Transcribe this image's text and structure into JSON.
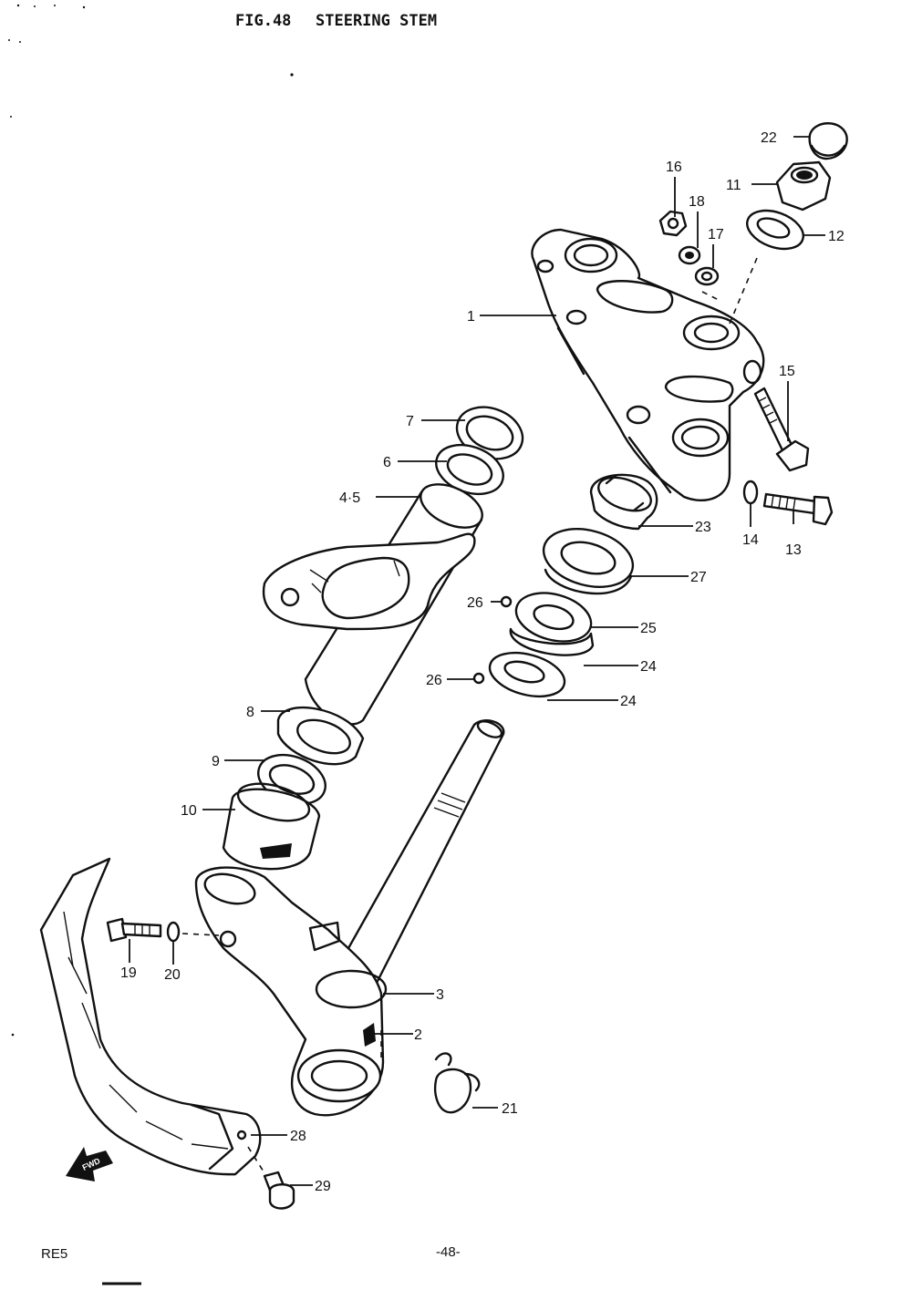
{
  "figure": {
    "number": "FIG.48",
    "title": "STEERING STEM"
  },
  "footer": {
    "model": "RE5",
    "page": "-48-"
  },
  "direction_marker": "FWD",
  "callouts": [
    {
      "id": "c1",
      "label": "1"
    },
    {
      "id": "c2",
      "label": "2"
    },
    {
      "id": "c3",
      "label": "3"
    },
    {
      "id": "c45",
      "label": "4·5"
    },
    {
      "id": "c6",
      "label": "6"
    },
    {
      "id": "c7",
      "label": "7"
    },
    {
      "id": "c8",
      "label": "8"
    },
    {
      "id": "c9",
      "label": "9"
    },
    {
      "id": "c10",
      "label": "10"
    },
    {
      "id": "c11",
      "label": "11"
    },
    {
      "id": "c12",
      "label": "12"
    },
    {
      "id": "c13",
      "label": "13"
    },
    {
      "id": "c14",
      "label": "14"
    },
    {
      "id": "c15",
      "label": "15"
    },
    {
      "id": "c16",
      "label": "16"
    },
    {
      "id": "c17",
      "label": "17"
    },
    {
      "id": "c18",
      "label": "18"
    },
    {
      "id": "c19",
      "label": "19"
    },
    {
      "id": "c20",
      "label": "20"
    },
    {
      "id": "c21",
      "label": "21"
    },
    {
      "id": "c22",
      "label": "22"
    },
    {
      "id": "c23",
      "label": "23"
    },
    {
      "id": "c24a",
      "label": "24"
    },
    {
      "id": "c24b",
      "label": "24"
    },
    {
      "id": "c25",
      "label": "25"
    },
    {
      "id": "c26a",
      "label": "26"
    },
    {
      "id": "c26b",
      "label": "26"
    },
    {
      "id": "c27",
      "label": "27"
    },
    {
      "id": "c28",
      "label": "28"
    },
    {
      "id": "c29",
      "label": "29"
    }
  ]
}
